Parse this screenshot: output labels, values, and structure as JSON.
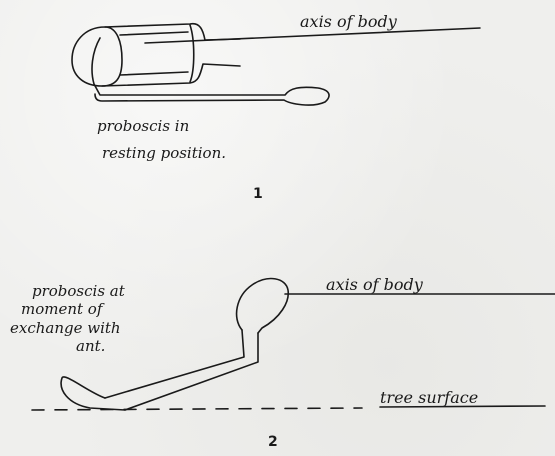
{
  "figure1": {
    "axis_label": "axis of body",
    "caption_line1": "proboscis in",
    "caption_line2": "resting position.",
    "number": "1"
  },
  "figure2": {
    "note_line1": "proboscis at",
    "note_line2": "moment of",
    "note_line3": "exchange with",
    "note_line4": "ant.",
    "axis_label": "axis of body",
    "surface_label": "tree surface",
    "number": "2"
  }
}
